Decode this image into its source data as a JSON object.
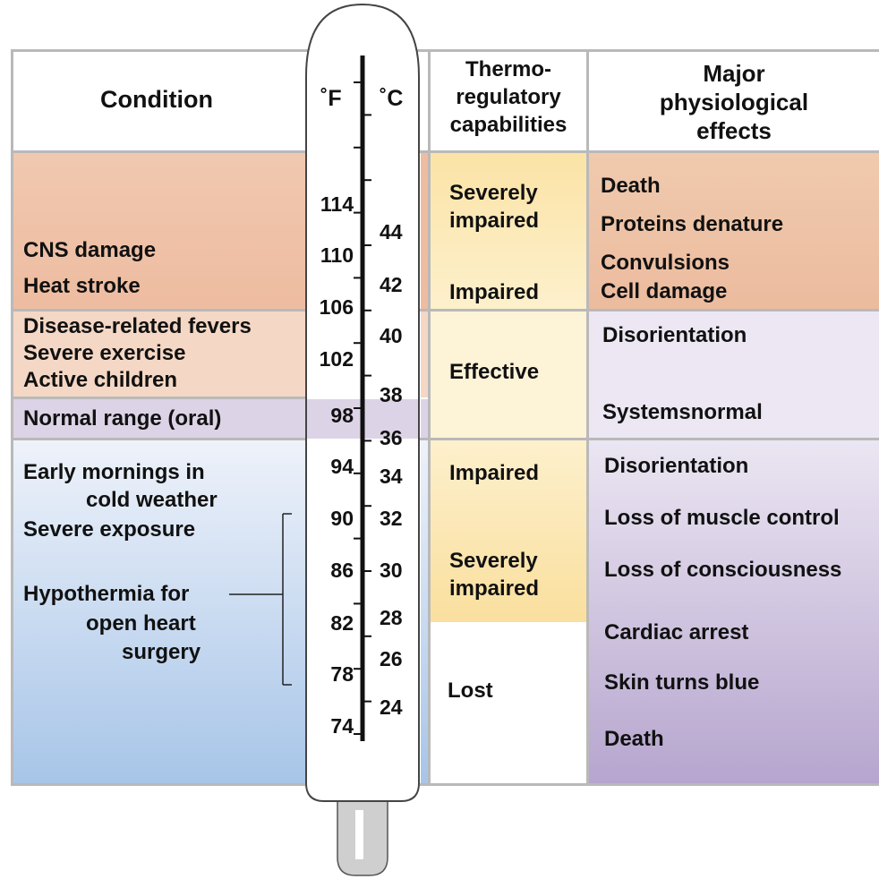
{
  "headers": {
    "condition": "Condition",
    "fahrenheit": "˚F",
    "celsius": "˚C",
    "thermo": [
      "Thermo-",
      "regulatory",
      "capabilities"
    ],
    "effects": [
      "Major",
      "physiological",
      "effects"
    ]
  },
  "conditions": {
    "cns_damage": "CNS damage",
    "heat_stroke": "Heat stroke",
    "fevers": "Disease-related fevers",
    "severe_exercise": "Severe exercise",
    "active_children": "Active children",
    "normal_range": "Normal range (oral)",
    "early_mornings_1": "Early mornings in",
    "early_mornings_2": "cold weather",
    "severe_exposure": "Severe exposure",
    "hypothermia_1": "Hypothermia for",
    "hypothermia_2": "open heart",
    "hypothermia_3": "surgery"
  },
  "fahrenheit_ticks": [
    "114",
    "110",
    "106",
    "102",
    "98",
    "94",
    "90",
    "86",
    "82",
    "78",
    "74"
  ],
  "celsius_ticks": [
    "44",
    "42",
    "40",
    "38",
    "36",
    "34",
    "32",
    "30",
    "28",
    "26",
    "24"
  ],
  "capabilities": {
    "severely_impaired_top_1": "Severely",
    "severely_impaired_top_2": "impaired",
    "impaired_top": "Impaired",
    "effective": "Effective",
    "impaired_bottom": "Impaired",
    "severely_impaired_bottom_1": "Severely",
    "severely_impaired_bottom_2": "impaired",
    "lost": "Lost"
  },
  "effects": {
    "death_top": "Death",
    "proteins_denature": "Proteins denature",
    "convulsions": "Convulsions",
    "cell_damage": "Cell damage",
    "disorientation_top": "Disorientation",
    "systems_normal": "Systemsnormal",
    "disorientation_bottom": "Disorientation",
    "loss_muscle": "Loss of muscle control",
    "loss_consciousness": "Loss of consciousness",
    "cardiac_arrest": "Cardiac arrest",
    "skin_blue": "Skin turns blue",
    "death_bottom": "Death"
  },
  "colors": {
    "heat_band": "#eebfa4",
    "fever_band": "#f4d6c2",
    "normal_band": "#ddd3e6",
    "cold_band_top": "#e7eef9",
    "cold_band_bottom": "#9bbde3",
    "capability_yellow": "#fbe6b0",
    "effects_orange": "#eec3a6",
    "effects_lavender": "#ebe6f2",
    "effects_purple": "#b8a8d0",
    "rule_gray": "#b9b9b9"
  }
}
